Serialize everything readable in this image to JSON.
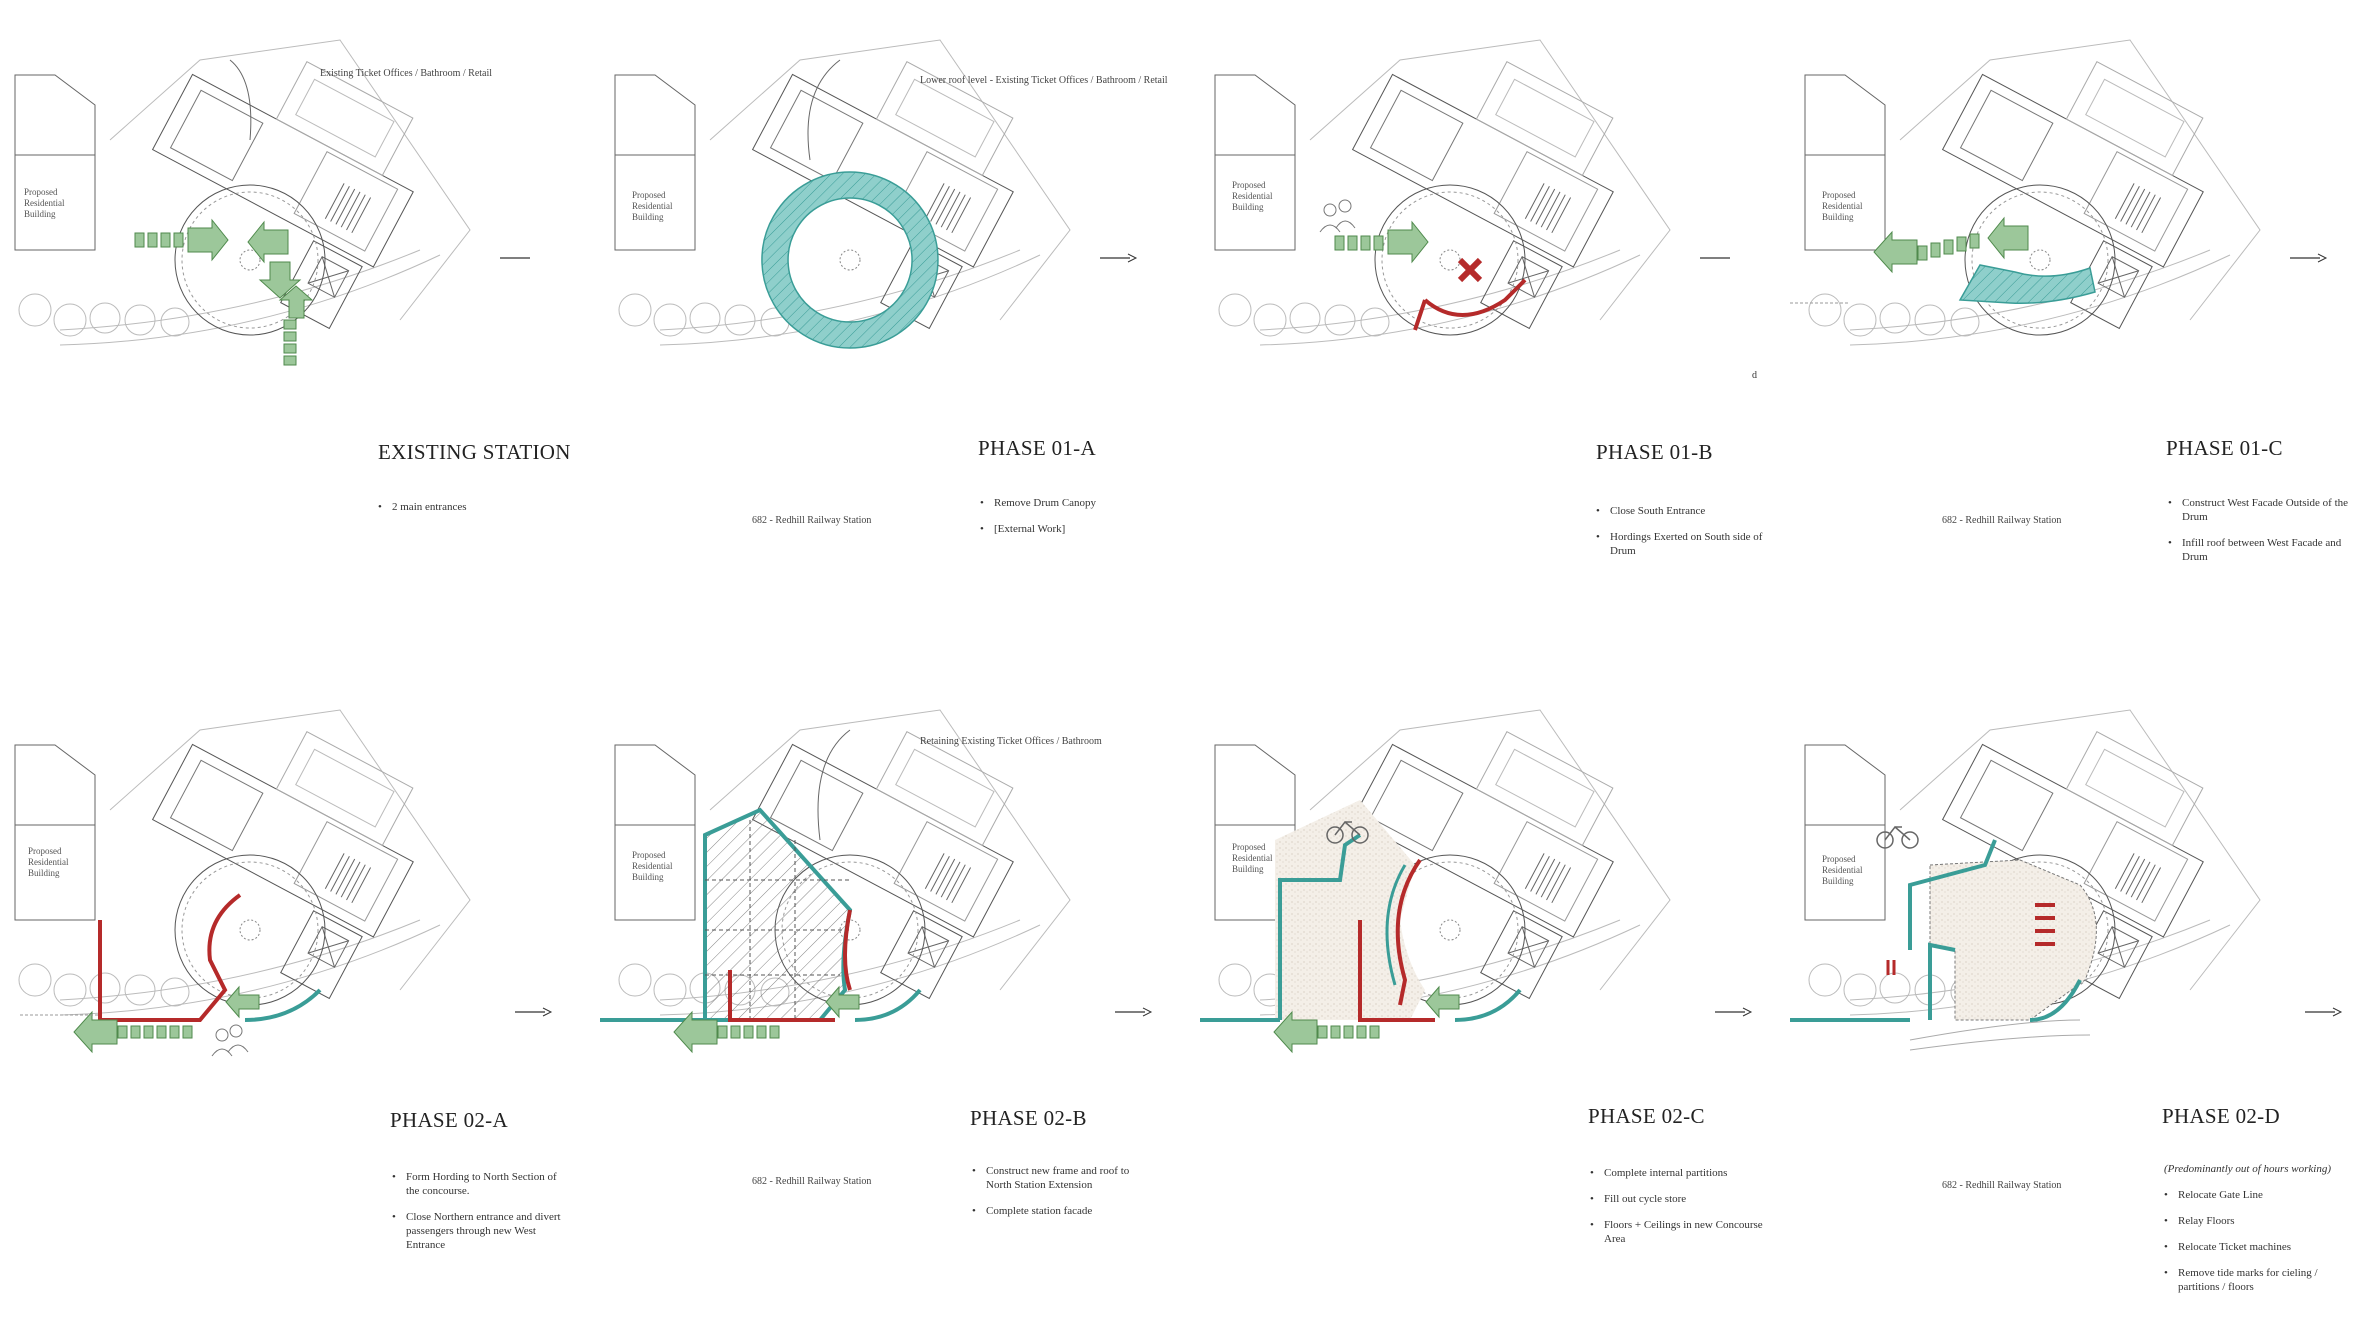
{
  "panels": [
    {
      "id": "existing",
      "title_main": "EXISTING STATION",
      "title_suffix": "",
      "callout": "Existing Ticket Offices / Bathroom / Retail",
      "station_name": "",
      "residential_label": "Proposed Residential Building",
      "north_label": "",
      "bullets": [
        "2 main entrances"
      ],
      "note": ""
    },
    {
      "id": "phase-01a",
      "title_main": "PHASE ",
      "title_suffix": "01-A",
      "callout": "Lower roof level - Existing Ticket Offices / Bathroom / Retail",
      "station_name": "682 - Redhill Railway Station",
      "residential_label": "Proposed Residential Building",
      "north_label": "",
      "bullets": [
        "Remove Drum Canopy",
        "[External Work]"
      ],
      "note": ""
    },
    {
      "id": "phase-01b",
      "title_main": "PHASE ",
      "title_suffix": "01-B",
      "callout": "",
      "station_name": "",
      "residential_label": "Proposed Residential Building",
      "north_label": "d",
      "bullets": [
        "Close South Entrance",
        "Hordings Exerted on South side of Drum"
      ],
      "note": ""
    },
    {
      "id": "phase-01c",
      "title_main": "PHASE ",
      "title_suffix": "01-C",
      "callout": "",
      "station_name": "682 - Redhill Railway Station",
      "residential_label": "Proposed Residential Building",
      "north_label": "",
      "bullets": [
        "Construct West Facade Outside of the Drum",
        "Infill roof between West Facade and Drum"
      ],
      "note": ""
    },
    {
      "id": "phase-02a",
      "title_main": "PHASE ",
      "title_suffix": "02-A",
      "callout": "",
      "station_name": "",
      "residential_label": "Proposed Residential Building",
      "north_label": "",
      "bullets": [
        "Form Hording to North Section of the concourse.",
        "Close Northern entrance and divert passengers through new West Entrance"
      ],
      "note": ""
    },
    {
      "id": "phase-02b",
      "title_main": "PHASE ",
      "title_suffix": "02-B",
      "callout": "Retaining Existing Ticket Offices / Bathroom",
      "station_name": "682 - Redhill Railway Station",
      "residential_label": "Proposed Residential Building",
      "north_label": "",
      "bullets": [
        "Construct new frame and roof to North Station Extension",
        "Complete station facade"
      ],
      "note": ""
    },
    {
      "id": "phase-02c",
      "title_main": "PHASE ",
      "title_suffix": "02-C",
      "callout": "",
      "station_name": "",
      "residential_label": "Proposed Residential Building",
      "north_label": "",
      "bullets": [
        "Complete internal partitions",
        "Fill out cycle store",
        "Floors + Ceilings in new Concourse Area"
      ],
      "note": ""
    },
    {
      "id": "phase-02d",
      "title_main": "PHASE ",
      "title_suffix": "02-D",
      "callout": "",
      "station_name": "682 - Redhill Railway Station",
      "residential_label": "Proposed Residential Building",
      "north_label": "",
      "bullets": [
        "Relocate Gate Line",
        "Relay Floors",
        "Relocate Ticket machines",
        "Remove tide marks for cieling / partitions / floors"
      ],
      "note": "(Predominantly out of hours working)"
    }
  ],
  "colors": {
    "teal": "#8fcfcb",
    "teal_stroke": "#3a9d97",
    "red": "#b52a2a",
    "green": "#9cc79a",
    "green_stroke": "#4f8a4c",
    "line": "#555555",
    "light": "#bbbbbb"
  }
}
